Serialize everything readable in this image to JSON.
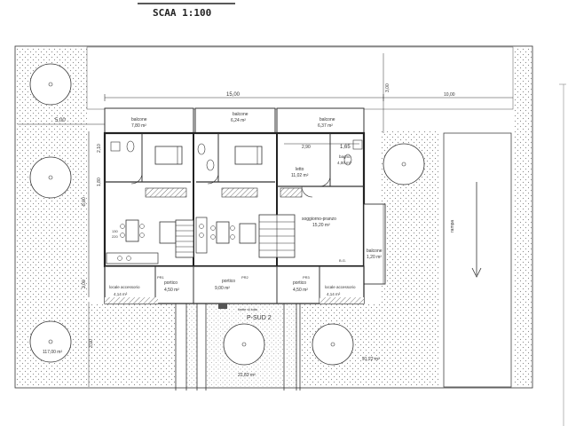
{
  "title": "SCAA 1:100",
  "dimensions": {
    "total_width": "15,00",
    "left_offset": "5,00",
    "right_offset": "10,00",
    "top_height": "3,00",
    "left_h1": "2,10",
    "left_h2": "1,80",
    "left_h3": "8,00",
    "left_h4": "2,00",
    "left_h5": "3,00",
    "inner_w1": "2,90",
    "inner_w2": "1,65",
    "small_a": "130",
    "small_b": "220"
  },
  "rooms": [
    {
      "name": "balcone",
      "area": "7,80 m²"
    },
    {
      "name": "balcone",
      "area": "6,24 m²"
    },
    {
      "name": "balcone",
      "area": "6,37 m²"
    },
    {
      "name": "letto",
      "area": "11,02 m²"
    },
    {
      "name": "bagno",
      "area": "4,00 m²"
    },
    {
      "name": "soggiorno-pranzo",
      "area": "15,20 m²"
    },
    {
      "name": "balcone",
      "area": "1,20 m²"
    },
    {
      "name": "locale accessorio",
      "area": "4,14 m²"
    },
    {
      "name": "portico",
      "area": "4,50 m²"
    },
    {
      "name": "portico",
      "area": "9,00 m²"
    },
    {
      "name": "portico",
      "area": "4,50 m²"
    },
    {
      "name": "locale accessorio",
      "area": "4,14 m²"
    }
  ],
  "labels": {
    "rampa": "rampa",
    "limite": "limite di lotto",
    "parcheggio": "P-SUD 2",
    "area_left": "117,00 m²",
    "area_mid": "22,83 m²",
    "area_right": "91,22 m²",
    "bg": "B.G.",
    "pr1": "PR1",
    "pr2": "PR2",
    "pr3": "PR3"
  },
  "colors": {
    "line": "#333333",
    "stipple": "#9a9a9a",
    "pattern": "#777777"
  }
}
